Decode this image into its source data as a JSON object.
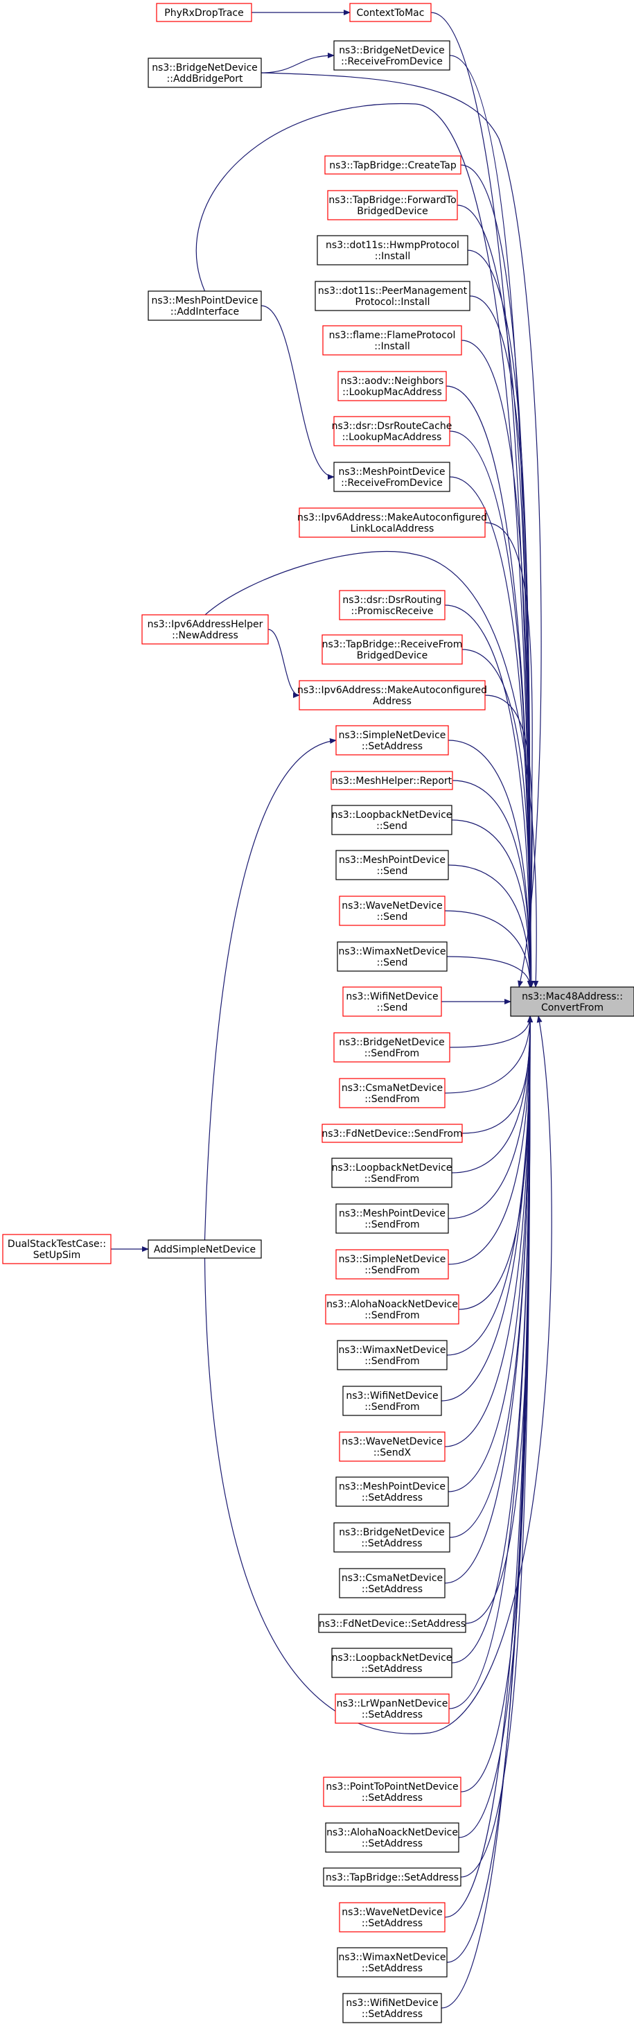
{
  "colors": {
    "edge": "#191970",
    "border_documented": "#000000",
    "border_undocumented": "#ff0000",
    "focus_fill": "#bfbfbf",
    "node_fill": "#ffffff"
  },
  "target": {
    "id": "target",
    "lines": [
      "ns3::Mac48Address::",
      "ConvertFrom"
    ]
  },
  "nodes": [
    {
      "id": "phyrx",
      "lines": [
        "PhyRxDropTrace"
      ],
      "style": "red"
    },
    {
      "id": "ctxmac",
      "lines": [
        "ContextToMac"
      ],
      "style": "red"
    },
    {
      "id": "addbridgeport",
      "lines": [
        "ns3::BridgeNetDevice",
        "::AddBridgePort"
      ],
      "style": "black"
    },
    {
      "id": "bridgerecv",
      "lines": [
        "ns3::BridgeNetDevice",
        "::ReceiveFromDevice"
      ],
      "style": "black"
    },
    {
      "id": "tapcreate",
      "lines": [
        "ns3::TapBridge::CreateTap"
      ],
      "style": "red"
    },
    {
      "id": "tapfwd",
      "lines": [
        "ns3::TapBridge::ForwardTo",
        "BridgedDevice"
      ],
      "style": "red"
    },
    {
      "id": "hwmp",
      "lines": [
        "ns3::dot11s::HwmpProtocol",
        "::Install"
      ],
      "style": "black"
    },
    {
      "id": "peermgmt",
      "lines": [
        "ns3::dot11s::PeerManagement",
        "Protocol::Install"
      ],
      "style": "black"
    },
    {
      "id": "meshaddif",
      "lines": [
        "ns3::MeshPointDevice",
        "::AddInterface"
      ],
      "style": "black"
    },
    {
      "id": "flame",
      "lines": [
        "ns3::flame::FlameProtocol",
        "::Install"
      ],
      "style": "red"
    },
    {
      "id": "aodv",
      "lines": [
        "ns3::aodv::Neighbors",
        "::LookupMacAddress"
      ],
      "style": "red"
    },
    {
      "id": "dsrcache",
      "lines": [
        "ns3::dsr::DsrRouteCache",
        "::LookupMacAddress"
      ],
      "style": "red"
    },
    {
      "id": "meshrecv",
      "lines": [
        "ns3::MeshPointDevice",
        "::ReceiveFromDevice"
      ],
      "style": "black"
    },
    {
      "id": "ipv6ll",
      "lines": [
        "ns3::Ipv6Address::MakeAutoconfigured",
        "LinkLocalAddress"
      ],
      "style": "red"
    },
    {
      "id": "ipv6helper",
      "lines": [
        "ns3::Ipv6AddressHelper",
        "::NewAddress"
      ],
      "style": "red"
    },
    {
      "id": "dsrpromisc",
      "lines": [
        "ns3::dsr::DsrRouting",
        "::PromiscReceive"
      ],
      "style": "red"
    },
    {
      "id": "taprecv",
      "lines": [
        "ns3::TapBridge::ReceiveFrom",
        "BridgedDevice"
      ],
      "style": "red"
    },
    {
      "id": "ipv6auto",
      "lines": [
        "ns3::Ipv6Address::MakeAutoconfigured",
        "Address"
      ],
      "style": "red"
    },
    {
      "id": "simplesetaddr",
      "lines": [
        "ns3::SimpleNetDevice",
        "::SetAddress"
      ],
      "style": "red"
    },
    {
      "id": "meshhelper",
      "lines": [
        "ns3::MeshHelper::Report"
      ],
      "style": "red"
    },
    {
      "id": "loopsend",
      "lines": [
        "ns3::LoopbackNetDevice",
        "::Send"
      ],
      "style": "black"
    },
    {
      "id": "meshsend",
      "lines": [
        "ns3::MeshPointDevice",
        "::Send"
      ],
      "style": "black"
    },
    {
      "id": "wavesend",
      "lines": [
        "ns3::WaveNetDevice",
        "::Send"
      ],
      "style": "red"
    },
    {
      "id": "wimaxsend",
      "lines": [
        "ns3::WimaxNetDevice",
        "::Send"
      ],
      "style": "black"
    },
    {
      "id": "wifisend",
      "lines": [
        "ns3::WifiNetDevice",
        "::Send"
      ],
      "style": "red"
    },
    {
      "id": "bridgesendfrom",
      "lines": [
        "ns3::BridgeNetDevice",
        "::SendFrom"
      ],
      "style": "red"
    },
    {
      "id": "csmasendfrom",
      "lines": [
        "ns3::CsmaNetDevice",
        "::SendFrom"
      ],
      "style": "red"
    },
    {
      "id": "fdsendfrom",
      "lines": [
        "ns3::FdNetDevice::SendFrom"
      ],
      "style": "red"
    },
    {
      "id": "loopsendfrom",
      "lines": [
        "ns3::LoopbackNetDevice",
        "::SendFrom"
      ],
      "style": "black"
    },
    {
      "id": "meshsendfrom",
      "lines": [
        "ns3::MeshPointDevice",
        "::SendFrom"
      ],
      "style": "black"
    },
    {
      "id": "dualstack",
      "lines": [
        "DualStackTestCase::",
        "SetUpSim"
      ],
      "style": "red"
    },
    {
      "id": "addsimple",
      "lines": [
        "AddSimpleNetDevice"
      ],
      "style": "black"
    },
    {
      "id": "simplesendfrom",
      "lines": [
        "ns3::SimpleNetDevice",
        "::SendFrom"
      ],
      "style": "red"
    },
    {
      "id": "alohasendfrom",
      "lines": [
        "ns3::AlohaNoackNetDevice",
        "::SendFrom"
      ],
      "style": "red"
    },
    {
      "id": "wimaxsendfrom",
      "lines": [
        "ns3::WimaxNetDevice",
        "::SendFrom"
      ],
      "style": "black"
    },
    {
      "id": "wifisendfrom",
      "lines": [
        "ns3::WifiNetDevice",
        "::SendFrom"
      ],
      "style": "black"
    },
    {
      "id": "wavesendx",
      "lines": [
        "ns3::WaveNetDevice",
        "::SendX"
      ],
      "style": "red"
    },
    {
      "id": "meshsetaddr",
      "lines": [
        "ns3::MeshPointDevice",
        "::SetAddress"
      ],
      "style": "black"
    },
    {
      "id": "bridgesetaddr",
      "lines": [
        "ns3::BridgeNetDevice",
        "::SetAddress"
      ],
      "style": "black"
    },
    {
      "id": "csmasetaddr",
      "lines": [
        "ns3::CsmaNetDevice",
        "::SetAddress"
      ],
      "style": "black"
    },
    {
      "id": "fdsetaddr",
      "lines": [
        "ns3::FdNetDevice::SetAddress"
      ],
      "style": "black"
    },
    {
      "id": "loopsetaddr",
      "lines": [
        "ns3::LoopbackNetDevice",
        "::SetAddress"
      ],
      "style": "black"
    },
    {
      "id": "lrwpansetaddr",
      "lines": [
        "ns3::LrWpanNetDevice",
        "::SetAddress"
      ],
      "style": "red"
    },
    {
      "id": "p2psetaddr",
      "lines": [
        "ns3::PointToPointNetDevice",
        "::SetAddress"
      ],
      "style": "red"
    },
    {
      "id": "alohasetaddr",
      "lines": [
        "ns3::AlohaNoackNetDevice",
        "::SetAddress"
      ],
      "style": "black"
    },
    {
      "id": "tapsetaddr",
      "lines": [
        "ns3::TapBridge::SetAddress"
      ],
      "style": "black"
    },
    {
      "id": "wavesetaddr",
      "lines": [
        "ns3::WaveNetDevice",
        "::SetAddress"
      ],
      "style": "red"
    },
    {
      "id": "wimaxsetaddr",
      "lines": [
        "ns3::WimaxNetDevice",
        "::SetAddress"
      ],
      "style": "black"
    },
    {
      "id": "wifisetaddr",
      "lines": [
        "ns3::WifiNetDevice",
        "::SetAddress"
      ],
      "style": "black"
    }
  ],
  "edges": [
    [
      "phyrx",
      "ctxmac"
    ],
    [
      "ctxmac",
      "target"
    ],
    [
      "addbridgeport",
      "bridgerecv"
    ],
    [
      "addbridgeport",
      "target"
    ],
    [
      "bridgerecv",
      "target"
    ],
    [
      "tapcreate",
      "target"
    ],
    [
      "tapfwd",
      "target"
    ],
    [
      "hwmp",
      "target"
    ],
    [
      "peermgmt",
      "target"
    ],
    [
      "meshaddif",
      "target"
    ],
    [
      "meshaddif",
      "meshrecv"
    ],
    [
      "flame",
      "target"
    ],
    [
      "aodv",
      "target"
    ],
    [
      "dsrcache",
      "target"
    ],
    [
      "meshrecv",
      "target"
    ],
    [
      "ipv6ll",
      "target"
    ],
    [
      "ipv6helper",
      "target"
    ],
    [
      "ipv6helper",
      "ipv6auto"
    ],
    [
      "dsrpromisc",
      "target"
    ],
    [
      "taprecv",
      "target"
    ],
    [
      "ipv6auto",
      "target"
    ],
    [
      "simplesetaddr",
      "target"
    ],
    [
      "meshhelper",
      "target"
    ],
    [
      "loopsend",
      "target"
    ],
    [
      "meshsend",
      "target"
    ],
    [
      "wavesend",
      "target"
    ],
    [
      "wimaxsend",
      "target"
    ],
    [
      "wifisend",
      "target"
    ],
    [
      "bridgesendfrom",
      "target"
    ],
    [
      "csmasendfrom",
      "target"
    ],
    [
      "fdsendfrom",
      "target"
    ],
    [
      "loopsendfrom",
      "target"
    ],
    [
      "meshsendfrom",
      "target"
    ],
    [
      "dualstack",
      "addsimple"
    ],
    [
      "addsimple",
      "simplesetaddr"
    ],
    [
      "addsimple",
      "target"
    ],
    [
      "simplesendfrom",
      "target"
    ],
    [
      "alohasendfrom",
      "target"
    ],
    [
      "wimaxsendfrom",
      "target"
    ],
    [
      "wifisendfrom",
      "target"
    ],
    [
      "wavesendx",
      "target"
    ],
    [
      "meshsetaddr",
      "target"
    ],
    [
      "bridgesetaddr",
      "target"
    ],
    [
      "csmasetaddr",
      "target"
    ],
    [
      "fdsetaddr",
      "target"
    ],
    [
      "loopsetaddr",
      "target"
    ],
    [
      "lrwpansetaddr",
      "target"
    ],
    [
      "p2psetaddr",
      "target"
    ],
    [
      "alohasetaddr",
      "target"
    ],
    [
      "tapsetaddr",
      "target"
    ],
    [
      "wavesetaddr",
      "target"
    ],
    [
      "wimaxsetaddr",
      "target"
    ],
    [
      "wifisetaddr",
      "target"
    ]
  ]
}
